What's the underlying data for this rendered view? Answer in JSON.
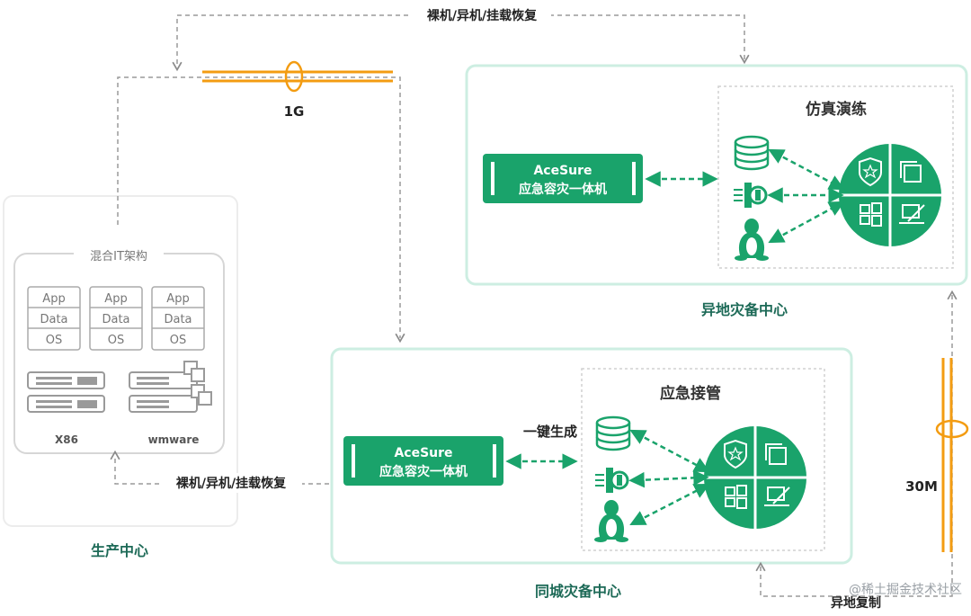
{
  "production": {
    "title": "生产中心",
    "hybrid_title": "混合IT架构",
    "stacks": [
      [
        "App",
        "Data",
        "OS"
      ],
      [
        "App",
        "Data",
        "OS"
      ],
      [
        "App",
        "Data",
        "OS"
      ]
    ],
    "platform_left": "X86",
    "platform_right": "wmware"
  },
  "remote_center": {
    "title": "异地灾备中心",
    "panel_title": "仿真演练",
    "box_line1": "AceSure",
    "box_line2": "应急容灾一体机"
  },
  "local_center": {
    "title": "同城灾备中心",
    "panel_title": "应急接管",
    "box_line1": "AceSure",
    "box_line2": "应急容灾一体机",
    "generate_label": "一键生成"
  },
  "links": {
    "top_recovery": "裸机/异机/挂载恢复",
    "bottom_recovery": "裸机/异机/挂载恢复",
    "bandwidth_1g": "1G",
    "bandwidth_30m": "30M",
    "remote_copy": "异地复制"
  },
  "watermark": "@稀土掘金技术社区",
  "colors": {
    "green": "#1aa36b",
    "green_dark": "#0f8f5c",
    "orange": "#f39c12",
    "teal_border": "#c9ebe0",
    "grey_border": "#d9d9d9",
    "dash_grey": "#9a9a9a",
    "title_text": "#1d6a57"
  }
}
